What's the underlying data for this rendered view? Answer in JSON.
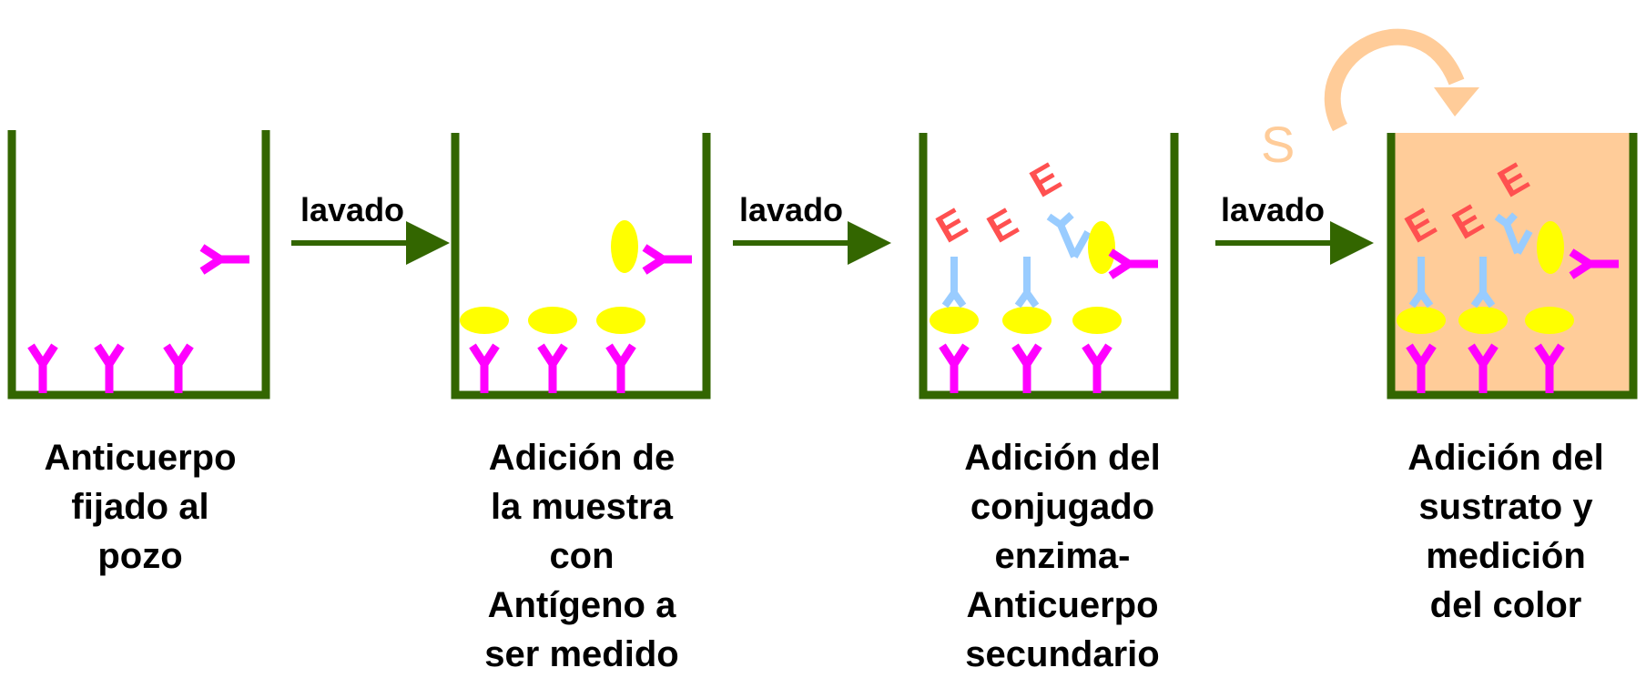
{
  "steps": [
    {
      "caption": [
        "Anticuerpo",
        "fijado al",
        "pozo"
      ]
    },
    {
      "caption": [
        "Adición de",
        "la muestra",
        "con",
        "Antígeno a",
        "ser medido"
      ]
    },
    {
      "caption": [
        "Adición del",
        "conjugado",
        "enzima-",
        "Anticuerpo",
        "secundario"
      ]
    },
    {
      "caption": [
        "Adición del",
        "sustrato y",
        "medición",
        "del color"
      ]
    }
  ],
  "arrows": [
    {
      "label": "lavado"
    },
    {
      "label": "lavado"
    },
    {
      "label": "lavado"
    }
  ],
  "enzyme_label": "E",
  "substrate_label": "S",
  "colors": {
    "well": "#336600",
    "capture_antibody": "#ff00ff",
    "antigen": "#ffff00",
    "secondary_antibody": "#99ccff",
    "enzyme": "#ff5050",
    "substrate": "#ffcc99",
    "colored_well": "#ffcc99"
  }
}
